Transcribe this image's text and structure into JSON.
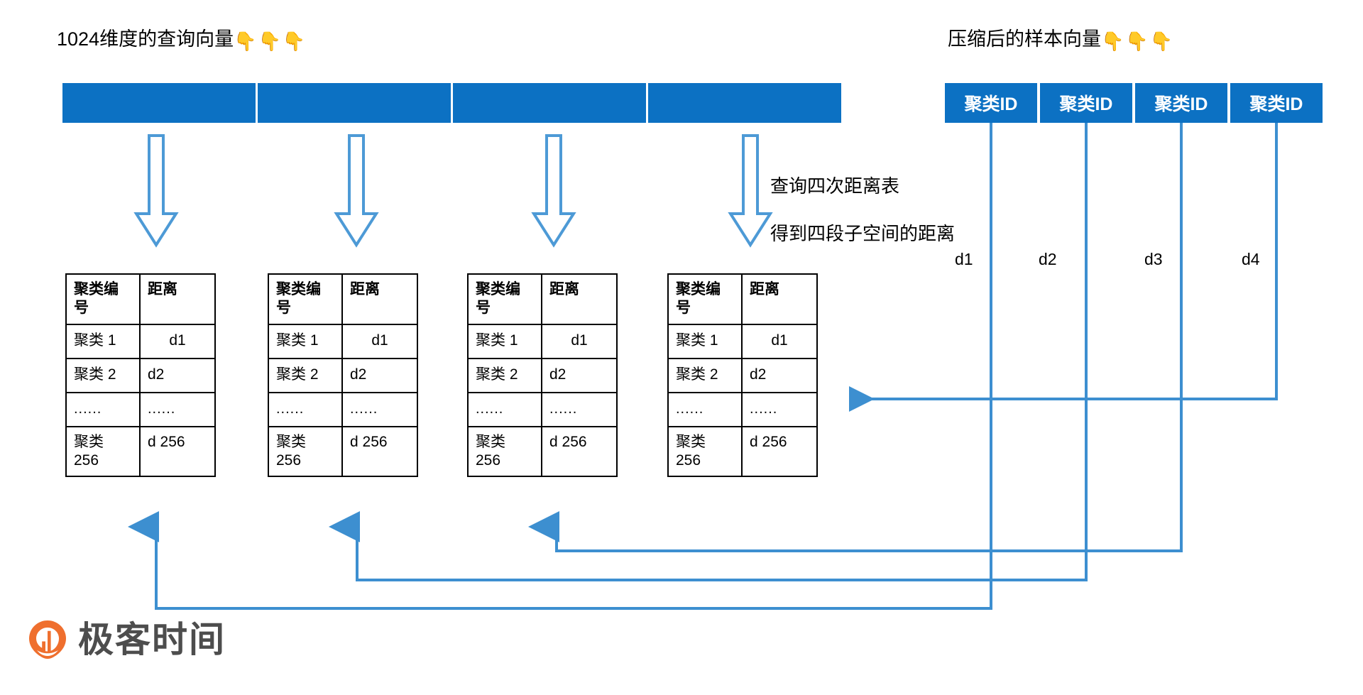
{
  "headings": {
    "query_vector": "1024维度的查询向量",
    "query_vector_emoji": "👇👇👇",
    "compressed_vector": "压缩后的样本向量",
    "compressed_vector_emoji": "👇👇👇"
  },
  "query_vector_bar": {
    "segments": [
      "",
      "",
      "",
      ""
    ],
    "color": "#0c71c3"
  },
  "compressed_vector": {
    "cells": [
      "聚类ID",
      "聚类ID",
      "聚类ID",
      "聚类ID"
    ],
    "color": "#0c71c3",
    "text_color": "#ffffff"
  },
  "annotation": {
    "line1": "查询四次距离表",
    "line2": "得到四段子空间的距离"
  },
  "distance_labels": [
    "d1",
    "d2",
    "d3",
    "d4"
  ],
  "tables": [
    {
      "headers": [
        "聚类编号",
        "距离"
      ],
      "rows": [
        [
          "聚类 1",
          "d1"
        ],
        [
          "聚类 2",
          "d2"
        ],
        [
          "......",
          "......"
        ],
        [
          "聚类 256",
          "d 256"
        ]
      ]
    },
    {
      "headers": [
        "聚类编号",
        "距离"
      ],
      "rows": [
        [
          "聚类 1",
          "d1"
        ],
        [
          "聚类 2",
          "d2"
        ],
        [
          "......",
          "......"
        ],
        [
          "聚类 256",
          "d 256"
        ]
      ]
    },
    {
      "headers": [
        "聚类编号",
        "距离"
      ],
      "rows": [
        [
          "聚类 1",
          "d1"
        ],
        [
          "聚类 2",
          "d2"
        ],
        [
          "......",
          "......"
        ],
        [
          "聚类 256",
          "d 256"
        ]
      ]
    },
    {
      "headers": [
        "聚类编号",
        "距离"
      ],
      "rows": [
        [
          "聚类 1",
          "d1"
        ],
        [
          "聚类 2",
          "d2"
        ],
        [
          "......",
          "......"
        ],
        [
          "聚类 256",
          "d 256"
        ]
      ]
    }
  ],
  "logo": {
    "text": "极客时间",
    "mark_color": "#ef6f2e",
    "text_color": "#4d4d4d"
  },
  "colors": {
    "primary_blue": "#0c71c3",
    "arrow_blue": "#4d9ad6",
    "wire_blue": "#3d8fd0",
    "border_black": "#000000"
  }
}
